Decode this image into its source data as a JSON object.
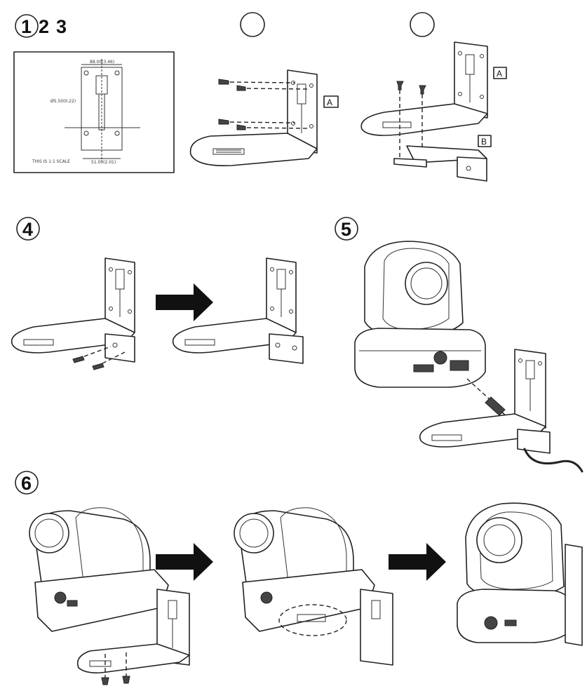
{
  "steps": [
    {
      "id": "1",
      "label": "1"
    },
    {
      "id": "2",
      "label": "2"
    },
    {
      "id": "3",
      "label": "3"
    },
    {
      "id": "4",
      "label": "4"
    },
    {
      "id": "5",
      "label": "5"
    },
    {
      "id": "6",
      "label": "6"
    }
  ],
  "template": {
    "dim_top": "88.00(3.46)",
    "dim_side": "Ø5.50(0.22)",
    "dim_bottom": "51.00(2.01)",
    "caption": "THIS IS 1:1 SCALE"
  },
  "labels": {
    "bracket_a_step2": "A",
    "bracket_a_step3": "A",
    "bracket_b_step3": "B"
  }
}
